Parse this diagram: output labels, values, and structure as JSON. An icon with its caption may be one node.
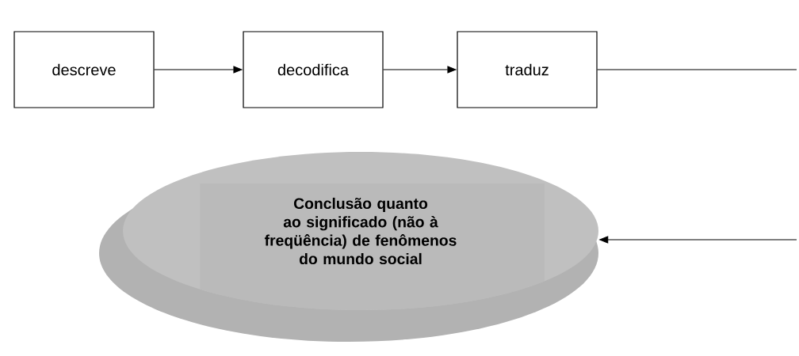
{
  "diagram": {
    "nodes": [
      {
        "text": [
          "descreve"
        ]
      },
      {
        "text": [
          "decodifica"
        ]
      },
      {
        "text": [
          "traduz"
        ]
      },
      {
        "text": [
          "Conclusão quanto ao significado (não à freqüência) de fenômenos do mundo social"
        ]
      }
    ],
    "edges": [
      {
        "from": 0,
        "to": 1,
        "arrow": "to"
      },
      {
        "from": 1,
        "to": 2,
        "arrow": "to"
      },
      {
        "from": 2,
        "to": null,
        "arrow": "none"
      },
      {
        "from": null,
        "to": 3,
        "arrow": "to"
      }
    ]
  }
}
